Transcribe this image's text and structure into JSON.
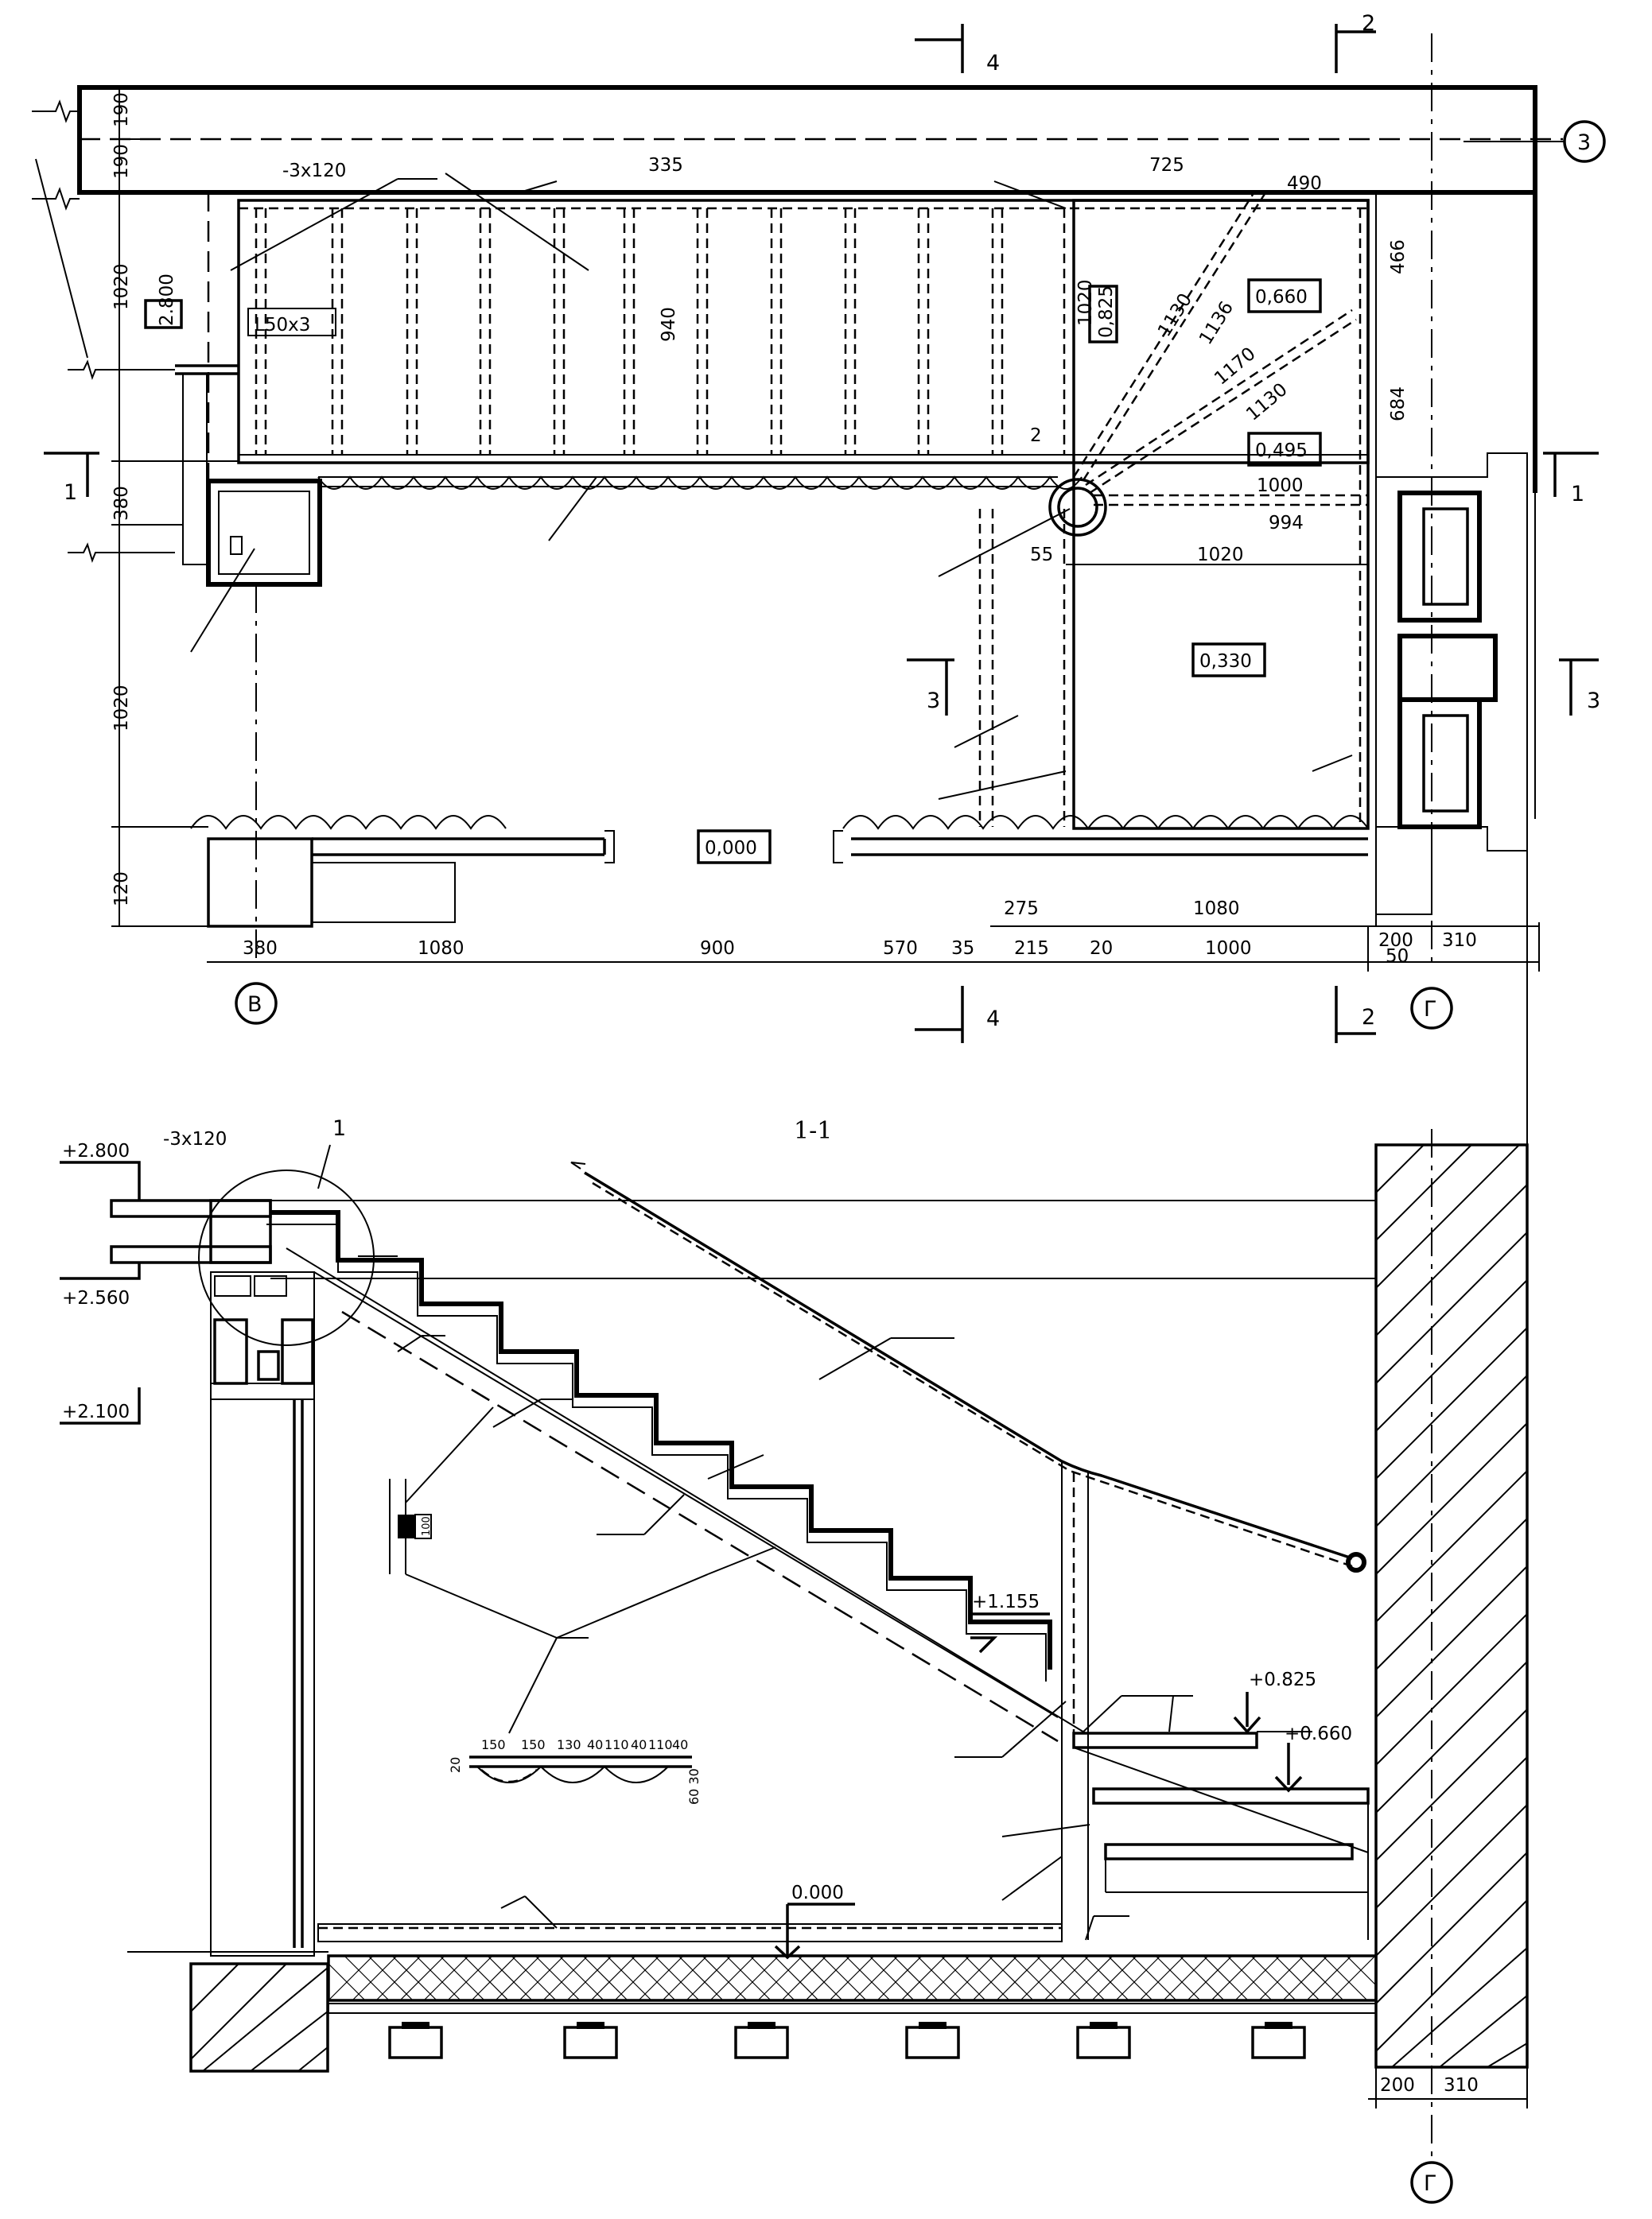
{
  "plan": {
    "section_markers": [
      "4",
      "2",
      "1",
      "3"
    ],
    "axis_markers": [
      "3",
      "В",
      "Г"
    ],
    "dims_left": [
      "190",
      "190",
      "1020",
      "380",
      "1020",
      "120"
    ],
    "dims_top": [
      "335",
      "725",
      "490"
    ],
    "dims_right": [
      "466",
      "684"
    ],
    "dims_bottom_row1": [
      "275",
      "1080",
      "200",
      "310"
    ],
    "dims_bottom_row2": [
      "380",
      "1080",
      "900",
      "570",
      "35",
      "215",
      "20",
      "1000",
      "50"
    ],
    "dims_winders": [
      "1130",
      "1136",
      "1170",
      "1130",
      "1000",
      "994",
      "55",
      "1020"
    ],
    "dims_flight": [
      "940",
      "1020"
    ],
    "levels": [
      "2.800",
      "0,825",
      "0,660",
      "0,495",
      "0,330",
      "0,000"
    ],
    "labels": [
      "-3х120",
      "L50x3"
    ],
    "node_ref": "2"
  },
  "section": {
    "title": "1-1",
    "node_ref": "1",
    "label": "-3х120",
    "levels": [
      "+2.800",
      "+2.560",
      "+2.100",
      "+1.155",
      "+0.825",
      "+0.660",
      "0.000"
    ],
    "detail_dims_top": [
      "150",
      "150",
      "130",
      "40",
      "110",
      "40",
      "110",
      "40"
    ],
    "detail_dims_side": [
      "20",
      "60 30"
    ],
    "detail_small": "100",
    "dims_bottom": [
      "200",
      "310"
    ],
    "axis_marker": "Г"
  }
}
